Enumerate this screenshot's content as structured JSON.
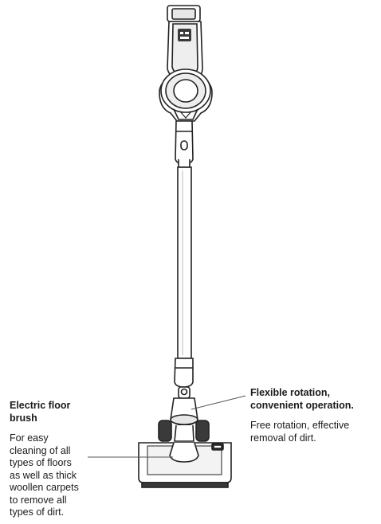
{
  "callouts": {
    "left": {
      "title_lines": [
        "Electric floor",
        "brush"
      ],
      "desc_lines": [
        "For easy",
        "cleaning of all",
        "types of floors",
        "as well as thick",
        "woollen carpets",
        "to remove all",
        "types of dirt."
      ]
    },
    "right": {
      "title_lines": [
        "Flexible rotation,",
        "convenient operation."
      ],
      "desc_lines": [
        "Free rotation, effective",
        "removal of dirt."
      ]
    }
  },
  "illustration": {
    "subject": "stick vacuum cleaner with electric floor brush",
    "line_color": "#222222",
    "fill_light": "#e6e6e6",
    "fill_dark": "#3a3a3a",
    "leader_color": "#555555"
  }
}
